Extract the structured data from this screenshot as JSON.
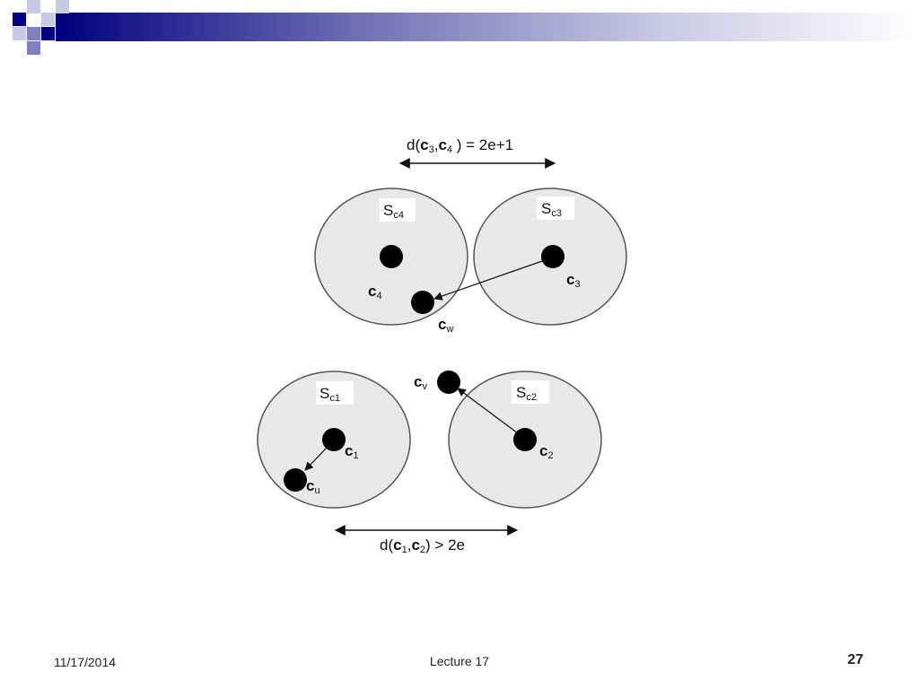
{
  "slide": {
    "footer": {
      "date": "11/17/2014",
      "title": "Lecture 17",
      "page_number": "27"
    },
    "colors": {
      "banner_dark": "#000080",
      "banner_mid": "#7f80bf",
      "banner_light": "#c8c9e3",
      "circle_fill": "#e8e8e8",
      "circle_stroke": "#555555",
      "node_fill": "#000000"
    }
  },
  "diagram": {
    "top_distance": {
      "prefix": "d(",
      "c_a": "c",
      "sub_a": "3",
      "sep": ",",
      "c_b": "c",
      "sub_b": "4",
      "suffix": " ) = 2e+1"
    },
    "bottom_distance": {
      "prefix": "d(",
      "c_a": "c",
      "sub_a": "1",
      "sep": ",",
      "c_b": "c",
      "sub_b": "2",
      "suffix": ") > 2e"
    },
    "sets": [
      {
        "s": "S",
        "sub": "c4"
      },
      {
        "s": "S",
        "sub": "c3"
      },
      {
        "s": "S",
        "sub": "c1"
      },
      {
        "s": "S",
        "sub": "c2"
      }
    ],
    "nodes": [
      {
        "c": "c",
        "sub": "4"
      },
      {
        "c": "c",
        "sub": "3"
      },
      {
        "c": "c",
        "sub": "w"
      },
      {
        "c": "c",
        "sub": "v"
      },
      {
        "c": "c",
        "sub": "1"
      },
      {
        "c": "c",
        "sub": "u"
      },
      {
        "c": "c",
        "sub": "2"
      }
    ]
  }
}
